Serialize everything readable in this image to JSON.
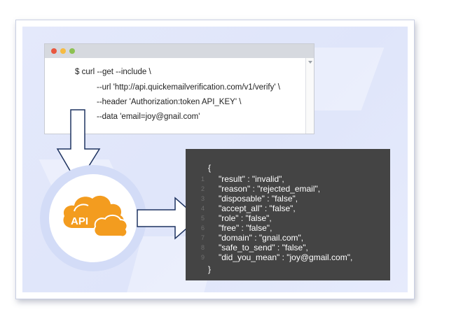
{
  "terminal": {
    "lines": [
      "$ curl --get --include \\",
      "--url 'http://api.quickemailverification.com/v1/verify' \\",
      "--header 'Authorization:token API_KEY' \\",
      "--data 'email=joy@gnail.com'"
    ]
  },
  "api_badge": {
    "label": "API"
  },
  "response": {
    "open_brace": "{",
    "close_brace": "}",
    "lines": [
      "\"result\" : \"invalid\",",
      "\"reason\" : \"rejected_email\",",
      "\"disposable\" : \"false\",",
      "\"accept_all\" : \"false\",",
      "\"role\" : \"false\",",
      "\"free\" : \"false\",",
      "\"domain\" : \"gnail.com\",",
      "\"safe_to_send\" : \"false\",",
      "\"did_you_mean\" : \"joy@gmail.com\","
    ],
    "line_numbers": [
      "1",
      "2",
      "3",
      "4",
      "5",
      "6",
      "7",
      "8",
      "9"
    ]
  },
  "colors": {
    "accent": "#f39c1f",
    "panel": "#444444",
    "background": "#e4e9fb"
  },
  "icons": [
    "down-arrow-icon",
    "right-arrow-icon",
    "cloud-api-icon"
  ]
}
